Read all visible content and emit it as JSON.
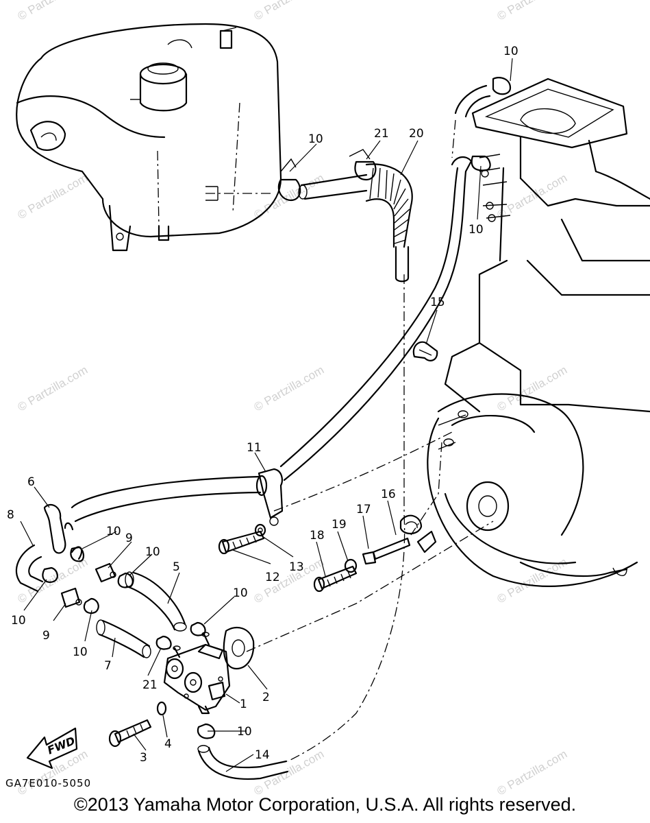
{
  "diagram": {
    "code": "GA7E010-5050",
    "copyright": "©2013 Yamaha Motor Corporation, U.S.A. All rights reserved.",
    "watermark_text": "© Partzilla.com",
    "fwd_arrow_label": "FWD",
    "callouts": [
      "1",
      "2",
      "3",
      "4",
      "5",
      "6",
      "7",
      "8",
      "9",
      "10",
      "11",
      "12",
      "13",
      "14",
      "15",
      "16",
      "17",
      "18",
      "19",
      "20",
      "21"
    ]
  }
}
